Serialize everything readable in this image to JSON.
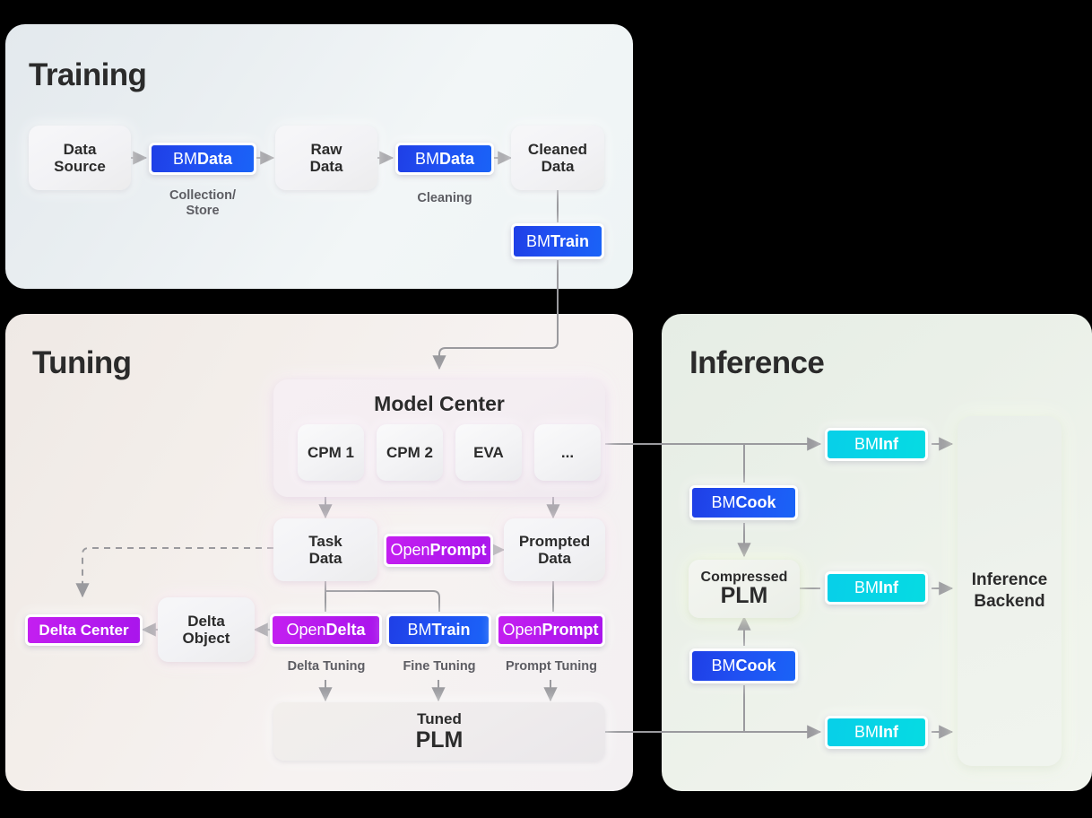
{
  "panels": {
    "training": {
      "title": "Training"
    },
    "tuning": {
      "title": "Tuning"
    },
    "inference": {
      "title": "Inference"
    }
  },
  "training": {
    "data_source": "Data\nSource",
    "bmdata_1": {
      "prefix": "BM",
      "suffix": "Data"
    },
    "caption_1": "Collection/\nStore",
    "raw_data": "Raw\nData",
    "bmdata_2": {
      "prefix": "BM",
      "suffix": "Data"
    },
    "caption_2": "Cleaning",
    "cleaned_data": "Cleaned\nData",
    "bmtrain": {
      "prefix": "BM",
      "suffix": "Train"
    }
  },
  "tuning": {
    "model_center": {
      "title": "Model Center",
      "items": [
        "CPM 1",
        "CPM 2",
        "EVA",
        "..."
      ]
    },
    "task_data": "Task\nData",
    "openprompt_top": {
      "prefix": "Open",
      "suffix": "Prompt"
    },
    "prompted_data": "Prompted\nData",
    "delta_center": "Delta Center",
    "delta_object": "Delta\nObject",
    "opendelta": {
      "prefix": "Open",
      "suffix": "Delta"
    },
    "bmtrain": {
      "prefix": "BM",
      "suffix": "Train"
    },
    "openprompt_bottom": {
      "prefix": "Open",
      "suffix": "Prompt"
    },
    "caption_delta": "Delta Tuning",
    "caption_fine": "Fine Tuning",
    "caption_prompt": "Prompt Tuning",
    "tuned_plm": {
      "line1": "Tuned",
      "line2": "PLM"
    }
  },
  "inference": {
    "bminf_1": {
      "prefix": "BM",
      "suffix": "Inf"
    },
    "bminf_2": {
      "prefix": "BM",
      "suffix": "Inf"
    },
    "bminf_3": {
      "prefix": "BM",
      "suffix": "Inf"
    },
    "bmcook_1": {
      "prefix": "BM",
      "suffix": "Cook"
    },
    "bmcook_2": {
      "prefix": "BM",
      "suffix": "Cook"
    },
    "compressed_plm": {
      "line1": "Compressed",
      "line2": "PLM"
    },
    "backend": "Inference\nBackend"
  },
  "colors": {
    "blue": "#2050f2",
    "magenta": "#b51aee",
    "cyan": "#07d5e6",
    "line": "#9a9a9e",
    "text": "#2b2b2b",
    "caption": "#5d5d63",
    "panel_training": "#e9eef1",
    "panel_tuning": "#f3eeea",
    "panel_inference": "#eaf0e8"
  }
}
